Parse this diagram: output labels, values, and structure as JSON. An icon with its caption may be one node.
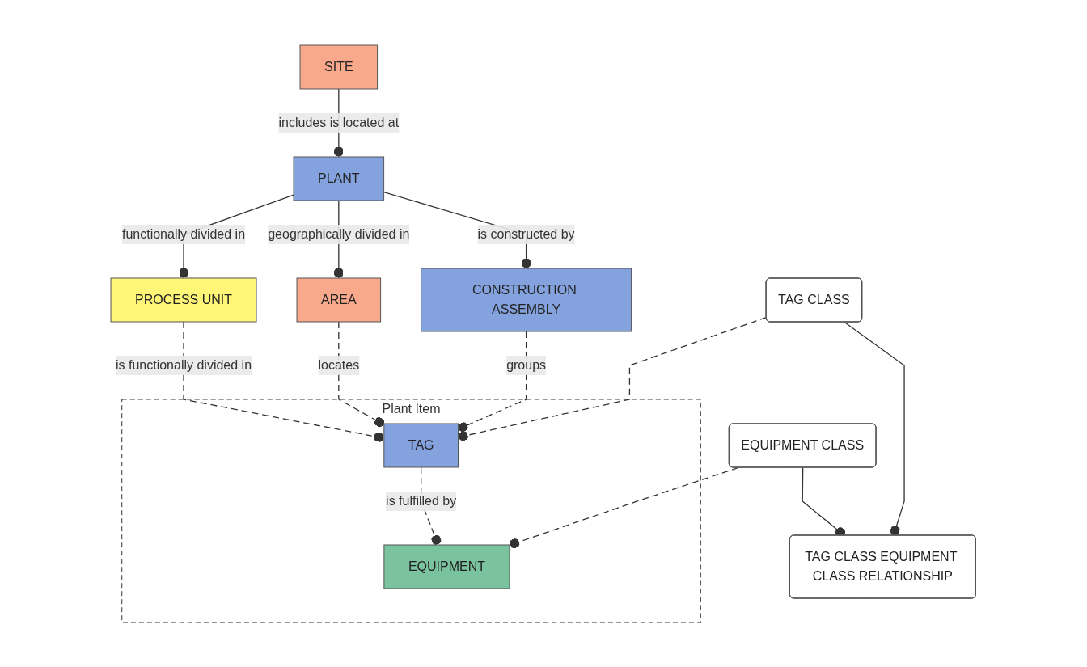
{
  "diagram": {
    "nodes": [
      {
        "text": [
          "SITE"
        ]
      },
      {
        "text": [
          "PLANT"
        ]
      },
      {
        "text": [
          "PROCESS UNIT"
        ]
      },
      {
        "text": [
          "AREA"
        ]
      },
      {
        "text": [
          "CONSTRUCTION ASSEMBLY"
        ]
      },
      {
        "text": [
          "Plant Item"
        ]
      },
      {
        "text": [
          "TAG"
        ],
        "in": 5
      },
      {
        "text": [
          "EQUIPMENT"
        ],
        "in": 5
      },
      {
        "text": [
          "TAG CLASS"
        ]
      },
      {
        "text": [
          "TAG CLASS EQUIPMENT CLASS RELATIONSHIP"
        ]
      },
      {
        "text": [
          "EQUIPMENT CLASS"
        ]
      }
    ],
    "edges": [
      {
        "from": 0,
        "to": 1,
        "arrow": "other",
        "label": "includes is located at"
      },
      {
        "from": 1,
        "to": 2,
        "arrow": "other",
        "label": "functionally divided in"
      },
      {
        "from": 1,
        "to": 3,
        "arrow": "other",
        "label": "geographically divided in"
      },
      {
        "from": 1,
        "to": 4,
        "arrow": "other",
        "label": "is constructed by"
      },
      {
        "from": 3,
        "to": 6,
        "arrow": "other",
        "label": "locates",
        "style": "dashed"
      },
      {
        "from": 4,
        "to": 6,
        "arrow": "other",
        "label": "groups",
        "style": "dashed"
      },
      {
        "from": 2,
        "to": 6,
        "arrow": "other",
        "label": "is functionally divided in",
        "style": "dashed"
      },
      {
        "from": 6,
        "to": 7,
        "arrow": "other",
        "label": "is fulfilled by",
        "style": "dashed"
      },
      {
        "from": 8,
        "to": 6,
        "arrow": "other",
        "style": "dashed"
      },
      {
        "from": 8,
        "to": 9,
        "arrow": "other"
      },
      {
        "from": 10,
        "to": 9,
        "arrow": "other"
      },
      {
        "from": 10,
        "to": 7,
        "arrow": "other",
        "style": "dashed"
      }
    ]
  }
}
